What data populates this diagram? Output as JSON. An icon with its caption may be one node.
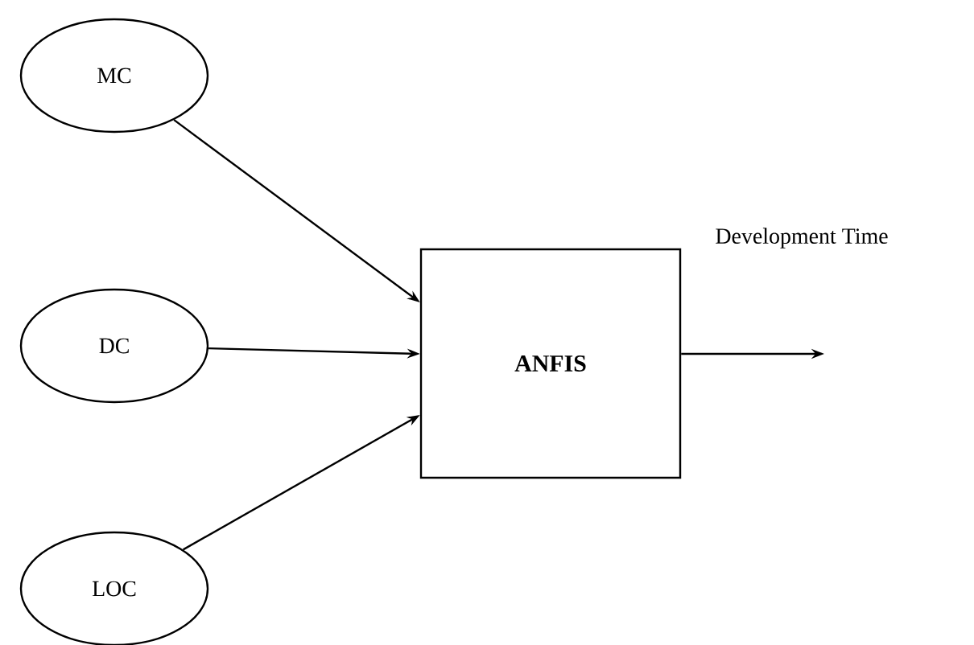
{
  "diagram": {
    "nodes": [
      {
        "text": [
          "MC"
        ]
      },
      {
        "text": [
          "DC"
        ]
      },
      {
        "text": [
          "LOC"
        ]
      },
      {
        "text": [
          "ANFIS"
        ]
      }
    ],
    "edges": [
      {
        "from": 0,
        "to": 3,
        "arrow": "to"
      },
      {
        "from": 1,
        "to": 3,
        "arrow": "to"
      },
      {
        "from": 2,
        "to": 3,
        "arrow": "to"
      },
      {
        "from": 3,
        "to": null,
        "arrow": "to",
        "label": "Development Time"
      }
    ]
  }
}
